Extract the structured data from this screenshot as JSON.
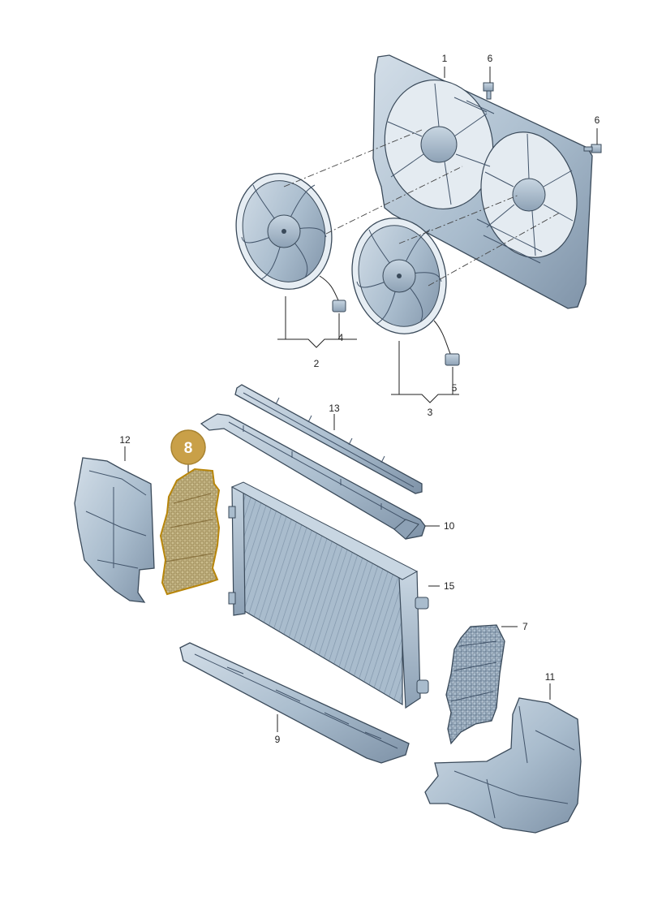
{
  "colors": {
    "part_fill": "#a9bccd",
    "part_fill_light": "#c8d6e2",
    "part_fill_dark": "#7f93a8",
    "outline": "#3a4a5a",
    "highlight_fill": "#c9b98a",
    "highlight_outline": "#b8860b",
    "callout_fill": "#c9a048"
  },
  "highlighted_part": "8",
  "labels": {
    "p1": "1",
    "p2": "2",
    "p3": "3",
    "p4": "4",
    "p5": "5",
    "p6a": "6",
    "p6b": "6",
    "p7": "7",
    "p8": "8",
    "p9": "9",
    "p10": "10",
    "p11": "11",
    "p12": "12",
    "p13": "13",
    "p15": "15"
  }
}
